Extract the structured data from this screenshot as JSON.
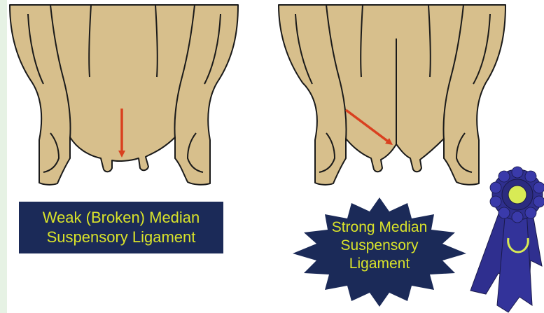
{
  "weak": {
    "label_line1": "Weak (Broken) Median",
    "label_line2": "Suspensory Ligament"
  },
  "strong": {
    "label_line1": "Strong Median",
    "label_line2": "Suspensory",
    "label_line3": "Ligament"
  },
  "icons": {
    "weak_arrow": "arrow-down-icon",
    "strong_arrow": "arrow-diagonal-icon",
    "award": "prize-ribbon-icon"
  },
  "colors": {
    "udder_fill": "#d7bf8c",
    "outline": "#1a1a1a",
    "arrow": "#d9401f",
    "label_bg": "#1b2a58",
    "label_text": "#d9e32a",
    "ribbon_blue": "#2f2f8f",
    "ribbon_center": "#d8ea55"
  }
}
